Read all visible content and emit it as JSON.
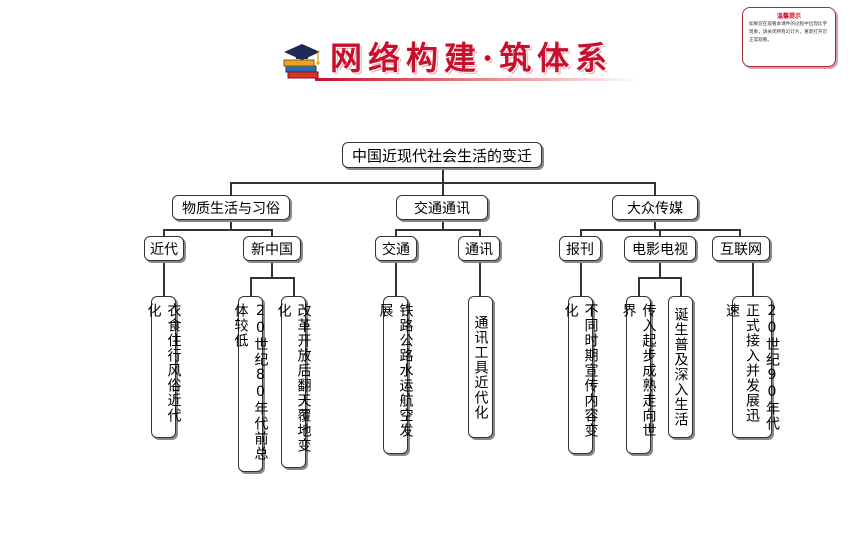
{
  "header": {
    "title": "网络构建·筑体系"
  },
  "tip": {
    "title": "温馨提示",
    "text": "如果您在观看本课件的过程中出现比字现象，请关闭所有幻灯片，重新打开可正常观看。"
  },
  "diagram": {
    "root": "中国近现代社会生活的变迁",
    "level1": [
      "物质生活与习俗",
      "交通通讯",
      "大众传媒"
    ],
    "level2": [
      "近代",
      "新中国",
      "交通",
      "通讯",
      "报刊",
      "电影电视",
      "互联网"
    ],
    "leaves": [
      "衣食住行风俗近代化",
      "20世纪80年代前总体较低",
      "改革开放后翻天覆地变化",
      "铁路公路水运航空发展",
      "通讯工具近代化",
      "不同时期宣传内容变化",
      "传入起步成熟走向世界",
      "诞生普及深入生活",
      "20世纪90年代正式接入并发展迅速"
    ]
  }
}
